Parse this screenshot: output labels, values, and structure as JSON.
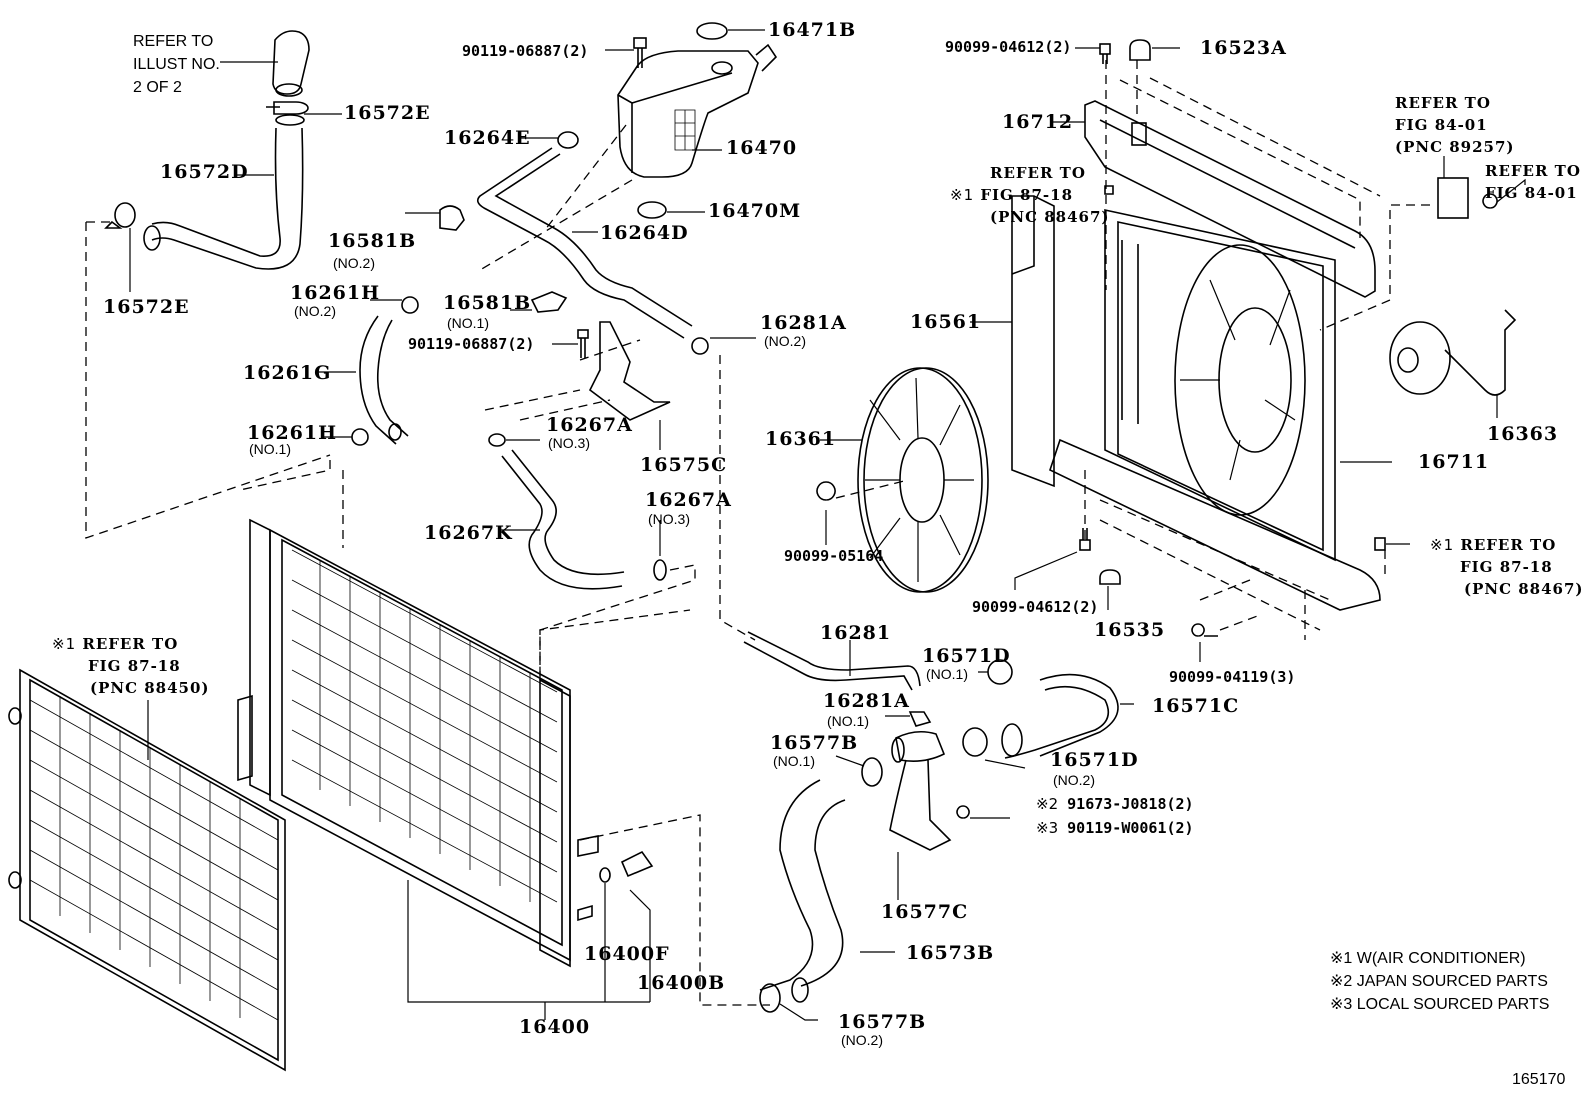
{
  "diagram": {
    "illustration_number": "165170",
    "refer_top_left": [
      "REFER TO",
      "ILLUST NO.",
      "2 OF 2"
    ],
    "parts": {
      "p16572E_top": "16572E",
      "p16572D": "16572D",
      "p16572E_left": "16572E",
      "p90119_06887_top": "90119-06887(2)",
      "p16471B": "16471B",
      "p16264E": "16264E",
      "p16470": "16470",
      "p16470M": "16470M",
      "p16581B_no2": "16581B",
      "p16581B_no2_sub": "(NO.2)",
      "p16264D": "16264D",
      "p16261H_no2": "16261H",
      "p16261H_no2_sub": "(NO.2)",
      "p16581B_no1": "16581B",
      "p16581B_no1_sub": "(NO.1)",
      "p90119_06887_mid": "90119-06887(2)",
      "p16281A_no2": "16281A",
      "p16281A_no2_sub": "(NO.2)",
      "p16261G": "16261G",
      "p16261H_no1": "16261H",
      "p16261H_no1_sub": "(NO.1)",
      "p16267A_a": "16267A",
      "p16267A_a_sub": "(NO.3)",
      "p16575C": "16575C",
      "p16267A_b": "16267A",
      "p16267A_b_sub": "(NO.3)",
      "p16267K": "16267K",
      "p90099_04612_top": "90099-04612(2)",
      "p16523A": "16523A",
      "p16712": "16712",
      "p16561": "16561",
      "p16361": "16361",
      "p90099_05164": "90099-05164",
      "p90099_04612_low": "90099-04612(2)",
      "p16535": "16535",
      "p16711": "16711",
      "p16363": "16363",
      "p90099_04119": "90099-04119(3)",
      "p16281": "16281",
      "p16571D_no1": "16571D",
      "p16571D_no1_sub": "(NO.1)",
      "p16571C": "16571C",
      "p16281A_no1": "16281A",
      "p16281A_no1_sub": "(NO.1)",
      "p16577B_no1": "16577B",
      "p16577B_no1_sub": "(NO.1)",
      "p16571D_no2": "16571D",
      "p16571D_no2_sub": "(NO.2)",
      "p91673": "91673-J0818(2)",
      "p91673_mark": "※2",
      "p90119_W0061": "90119-W0061(2)",
      "p90119_W0061_mark": "※3",
      "p16577C": "16577C",
      "p16573B": "16573B",
      "p16577B_no2": "16577B",
      "p16577B_no2_sub": "(NO.2)",
      "p16400F": "16400F",
      "p16400B": "16400B",
      "p16400": "16400"
    },
    "refs": {
      "fig8718_upper": {
        "mark": "※1",
        "lines": [
          "REFER TO",
          "FIG 87-18",
          "(PNC 88467)"
        ]
      },
      "fig8401_pnc": {
        "lines": [
          "REFER TO",
          "FIG 84-01",
          "(PNC 89257)"
        ]
      },
      "fig8401_bolt": {
        "lines": [
          "REFER TO",
          "FIG 84-01"
        ]
      },
      "fig8718_right": {
        "mark": "※1",
        "lines": [
          "REFER TO",
          "FIG 87-18",
          "(PNC 88467)"
        ]
      },
      "fig8718_condenser": {
        "mark": "※1",
        "lines": [
          "REFER TO",
          "FIG 87-18",
          "(PNC 88450)"
        ]
      }
    },
    "notes": [
      "※1 W(AIR CONDITIONER)",
      "※2 JAPAN SOURCED PARTS",
      "※3 LOCAL SOURCED PARTS"
    ]
  }
}
